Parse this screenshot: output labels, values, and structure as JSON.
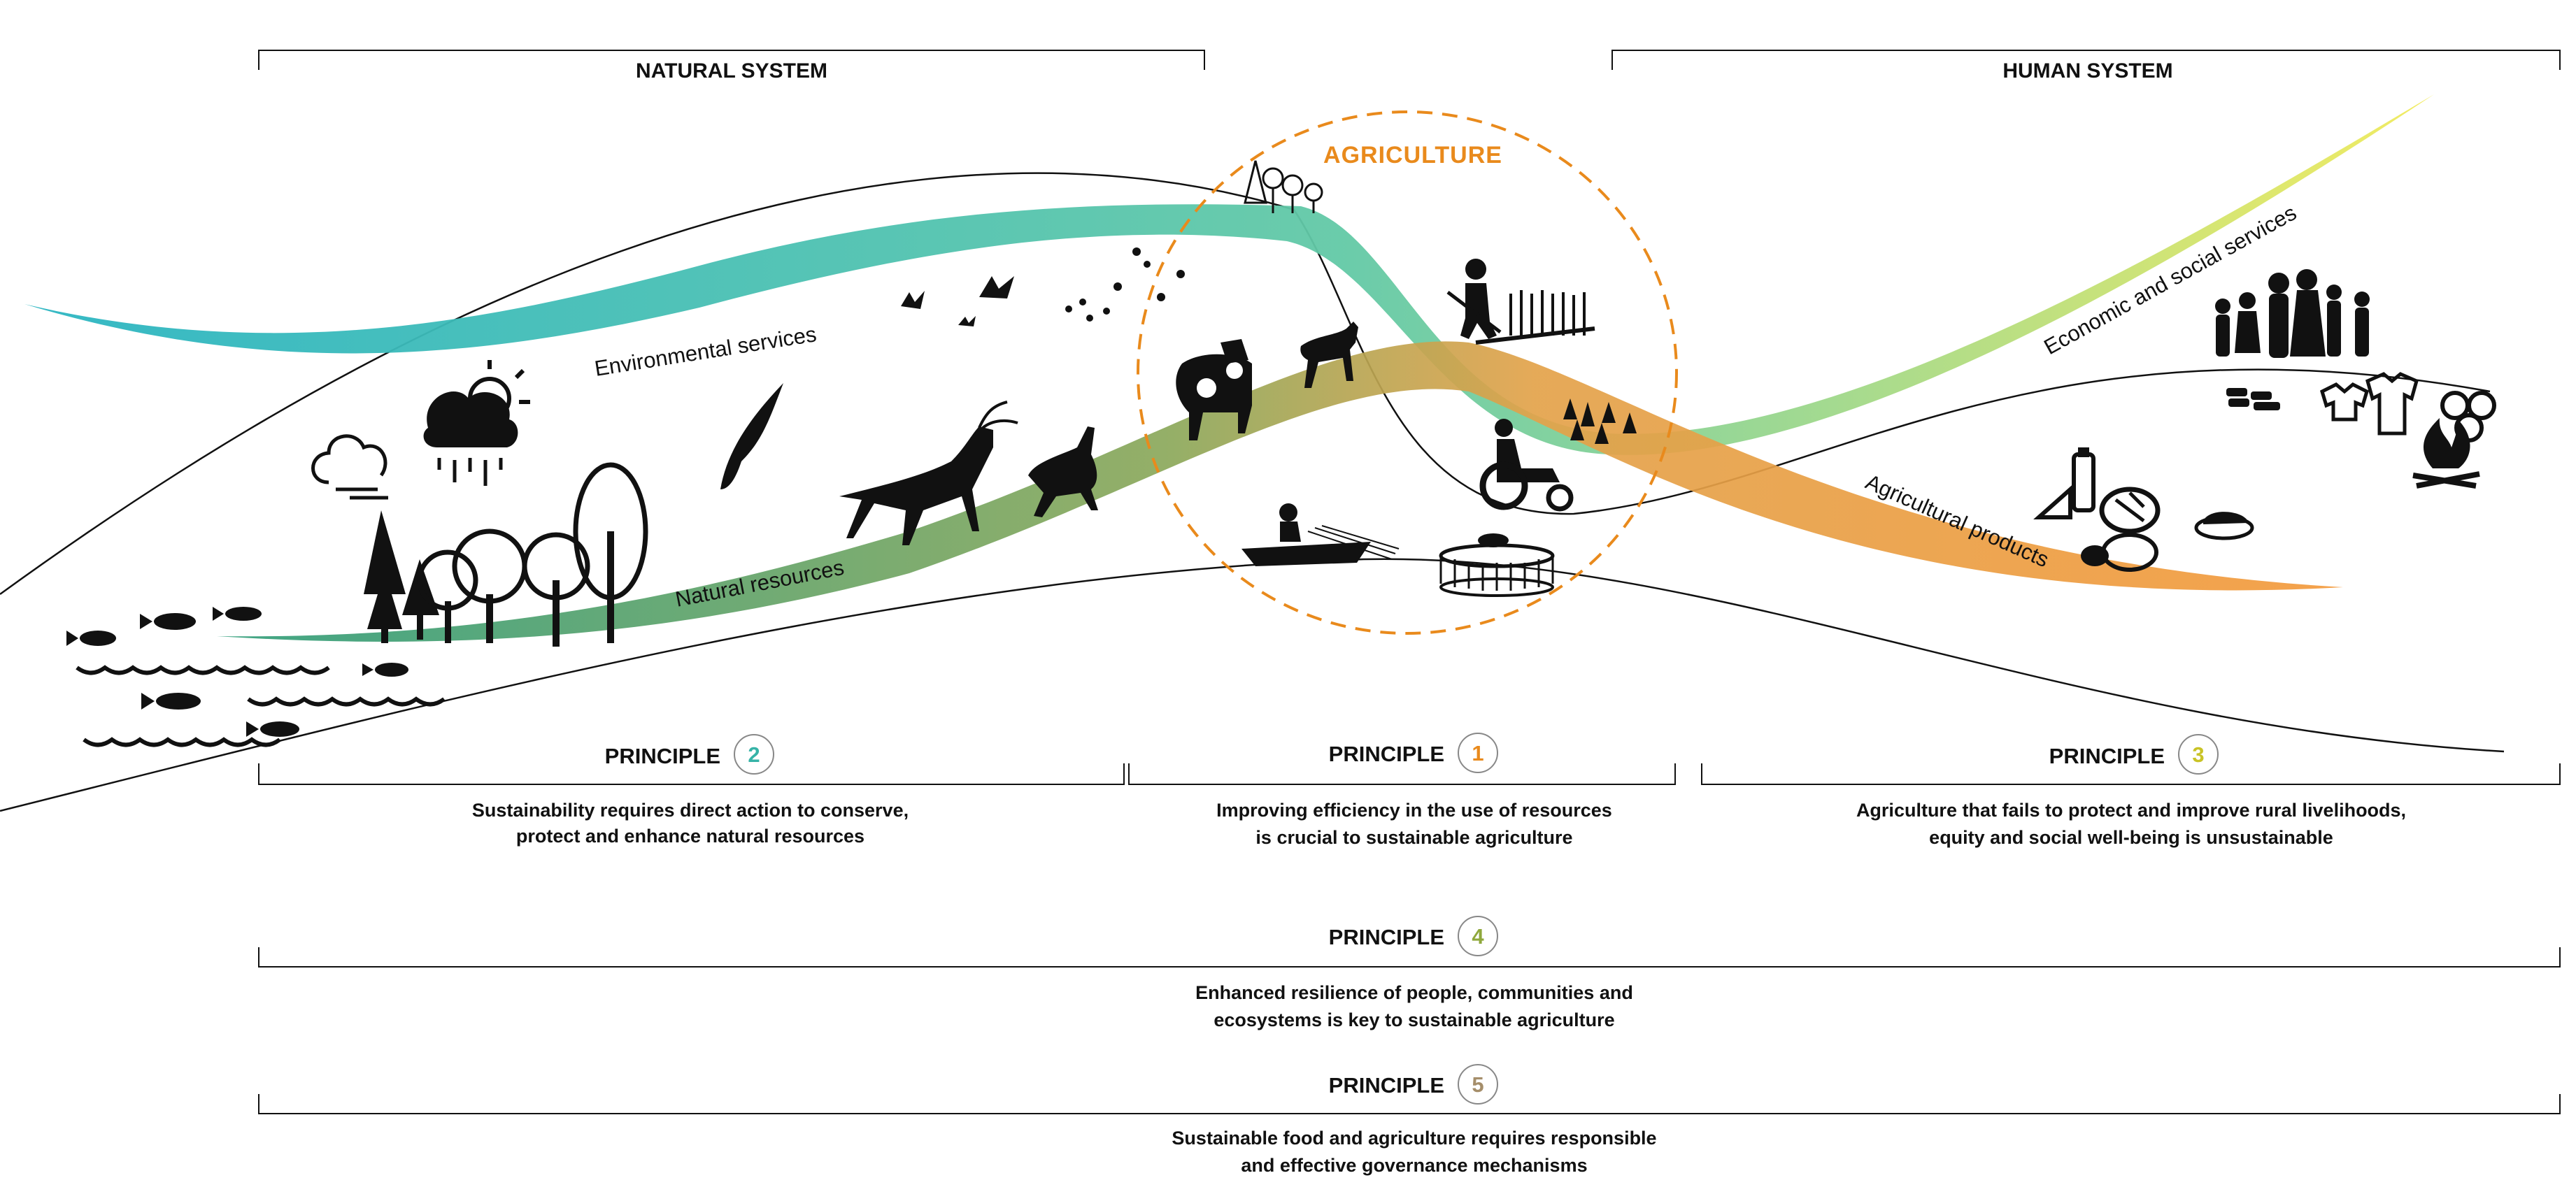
{
  "systems": {
    "natural": "NATURAL SYSTEM",
    "human": "HUMAN SYSTEM"
  },
  "center_label": "AGRICULTURE",
  "flows": {
    "environmental_services": "Environmental services",
    "natural_resources": "Natural resources",
    "economic_social_services": "Economic and social services",
    "agricultural_products": "Agricultural products"
  },
  "principles": [
    {
      "word": "PRINCIPLE",
      "number": "2",
      "color": "#36b3a7",
      "lines": [
        "Sustainability requires direct action to conserve,",
        "protect and enhance natural resources"
      ]
    },
    {
      "word": "PRINCIPLE",
      "number": "1",
      "color": "#e98a1c",
      "lines": [
        "Improving efficiency in the use of resources",
        "is crucial to sustainable agriculture"
      ]
    },
    {
      "word": "PRINCIPLE",
      "number": "3",
      "color": "#c9c326",
      "lines": [
        "Agriculture that fails to protect and improve rural livelihoods,",
        "equity and social well-being is unsustainable"
      ]
    },
    {
      "word": "PRINCIPLE",
      "number": "4",
      "color": "#8fa83c",
      "lines": [
        "Enhanced resilience of people, communities and",
        "ecosystems is key to sustainable agriculture"
      ]
    },
    {
      "word": "PRINCIPLE",
      "number": "5",
      "color": "#a58e6a",
      "lines": [
        "Sustainable food and agriculture requires responsible",
        "and effective governance mechanisms"
      ]
    }
  ],
  "colors": {
    "agriculture_accent": "#e98a1c",
    "environmental_services_band": "#3fbfb5",
    "natural_resources_band": "#4aa070",
    "economic_social_band": "#e8e25a",
    "agricultural_products_band": "#f2a04a"
  },
  "icons": [
    "cloud-icon",
    "sun-rain-icon",
    "tree-icon",
    "fish-icon",
    "wave-icon",
    "bird-icon",
    "antelope-icon",
    "deer-icon",
    "cow-icon",
    "goat-icon",
    "farmer-icon",
    "wheat-icon",
    "seedling-icon",
    "tractor-icon",
    "boat-icon",
    "fish-cage-icon",
    "family-icon",
    "food-icon",
    "clothing-icon",
    "fire-icon",
    "logs-icon",
    "coins-icon"
  ]
}
